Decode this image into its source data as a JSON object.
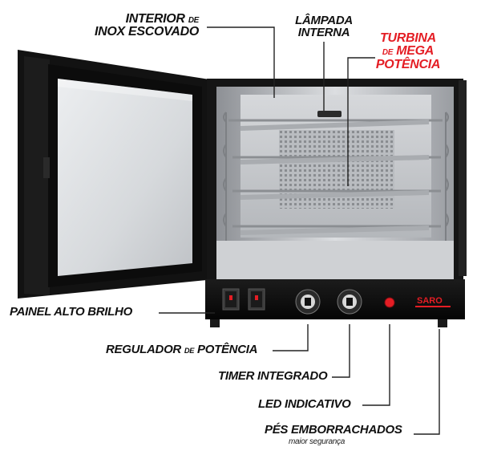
{
  "labels": {
    "interior_line1_main": "INTERIOR",
    "interior_line1_small": "DE",
    "interior_line2": "INOX ESCOVADO",
    "lampada_line1": "LÂMPADA",
    "lampada_line2": "INTERNA",
    "turbina_line1": "TURBINA",
    "turbina_line2_small": "DE",
    "turbina_line2_main": "MEGA",
    "turbina_line3": "POTÊNCIA",
    "painel": "PAINEL ALTO BRILHO",
    "regulador_main1": "REGULADOR",
    "regulador_small": "DE",
    "regulador_main2": "POTÊNCIA",
    "timer": "TIMER INTEGRADO",
    "led": "LED INDICATIVO",
    "pes": "PÉS EMBORRACHADOS",
    "pes_sub": "maior segurança"
  },
  "brand": "SARO",
  "colors": {
    "accent_red": "#e41d24",
    "oven_black": "#111111",
    "steel": "#c9cbce"
  }
}
